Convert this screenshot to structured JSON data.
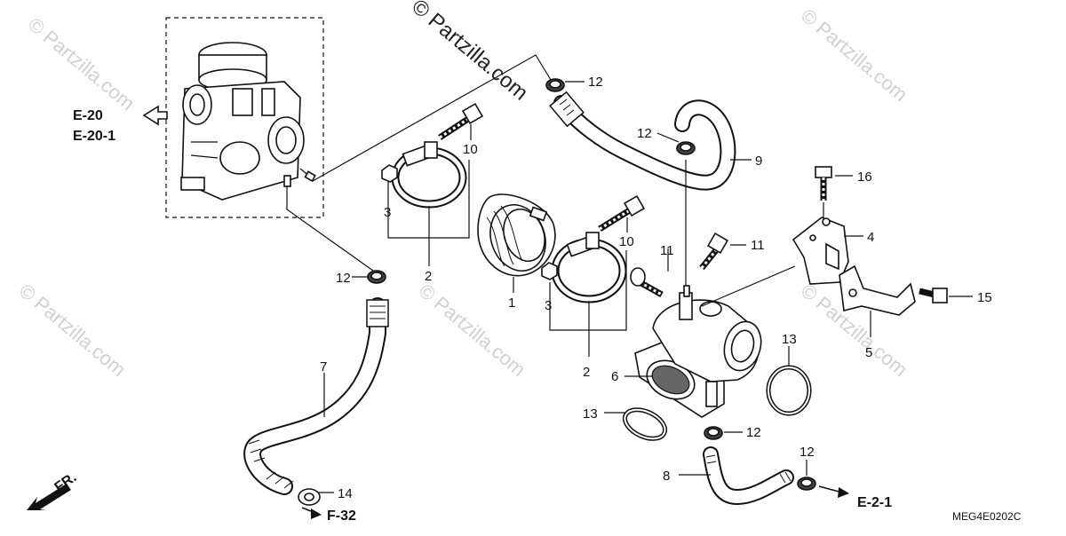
{
  "watermark": {
    "main": "© Partzilla.com",
    "faded": "© Partzilla.com"
  },
  "references": {
    "e20": "E-20",
    "e201": "E-20-1",
    "f32": "F-32",
    "e21": "E-2-1"
  },
  "direction_label": "FR.",
  "diagram_code": "MEG4E0202C",
  "callouts": {
    "p1": "1",
    "p2a": "2",
    "p2b": "2",
    "p3a": "3",
    "p3b": "3",
    "p4": "4",
    "p5": "5",
    "p6": "6",
    "p7": "7",
    "p8": "8",
    "p9": "9",
    "p10a": "10",
    "p10b": "10",
    "p11a": "11",
    "p11b": "11",
    "p12a": "12",
    "p12b": "12",
    "p12c": "12",
    "p12d": "12",
    "p12e": "12",
    "p13a": "13",
    "p13b": "13",
    "p14": "14",
    "p15": "15",
    "p16": "16"
  }
}
